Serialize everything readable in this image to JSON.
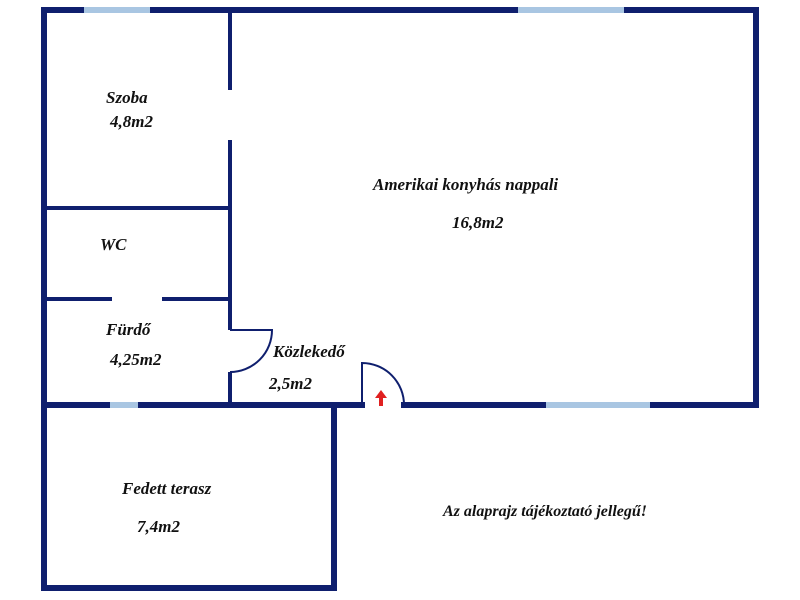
{
  "rooms": {
    "szoba": {
      "name": "Szoba",
      "area": "4,8m2"
    },
    "nappali": {
      "name": "Amerikai konyhás nappali",
      "area": "16,8m2"
    },
    "wc": {
      "name": "WC"
    },
    "furdo": {
      "name": "Fürdő",
      "area": "4,25m2"
    },
    "kozlekedo": {
      "name": "Közlekedő",
      "area": "2,5m2"
    },
    "terasz": {
      "name": "Fedett terasz",
      "area": "7,4m2"
    }
  },
  "note": "Az alaprajz tájékoztató jellegű!",
  "colors": {
    "wall": "#0f1f6e",
    "window": "#a9c6e2",
    "entrance_arrow": "#e02020"
  }
}
